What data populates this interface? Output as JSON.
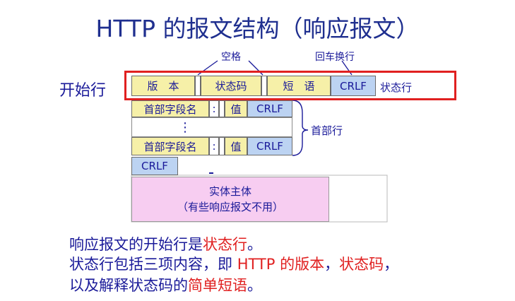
{
  "title": "HTTP 的报文结构（响应报文）",
  "annotations": {
    "space": "空格",
    "crlf_label": "回车换行",
    "start_line": "开始行",
    "status_line": "状态行",
    "header_lines": "首部行"
  },
  "status_line": {
    "version": "版　本",
    "status_code": "状态码",
    "phrase": "短　语",
    "crlf": "CRLF"
  },
  "header_rows": [
    {
      "name": "首部字段名",
      "sep": ":",
      "value": "值",
      "crlf": "CRLF"
    },
    {
      "ellipsis": "⋮"
    },
    {
      "name": "首部字段名",
      "sep": ":",
      "value": "值",
      "crlf": "CRLF"
    }
  ],
  "blank_line_crlf": "CRLF",
  "entity_body": {
    "line1": "实体主体",
    "line2": "（有些响应报文不用）"
  },
  "description": {
    "line1_prefix": "响应报文的开始行是",
    "line1_highlight": "状态行",
    "line1_suffix": "。",
    "line2_prefix": "状态行包括三项内容，即 ",
    "line2_highlight1": "HTTP 的版本",
    "line2_mid": "，",
    "line2_highlight2": "状态码",
    "line2_suffix": "，",
    "line3_prefix": "以及解释状态码的",
    "line3_highlight": "简单短语",
    "line3_suffix": "。"
  },
  "colors": {
    "title": "#1f2f8f",
    "text": "#1a1a99",
    "highlight": "#e02020",
    "field_yellow": "#f6f0a8",
    "field_blue": "#bcd3f2",
    "entity_pink": "#f7cdf1"
  }
}
